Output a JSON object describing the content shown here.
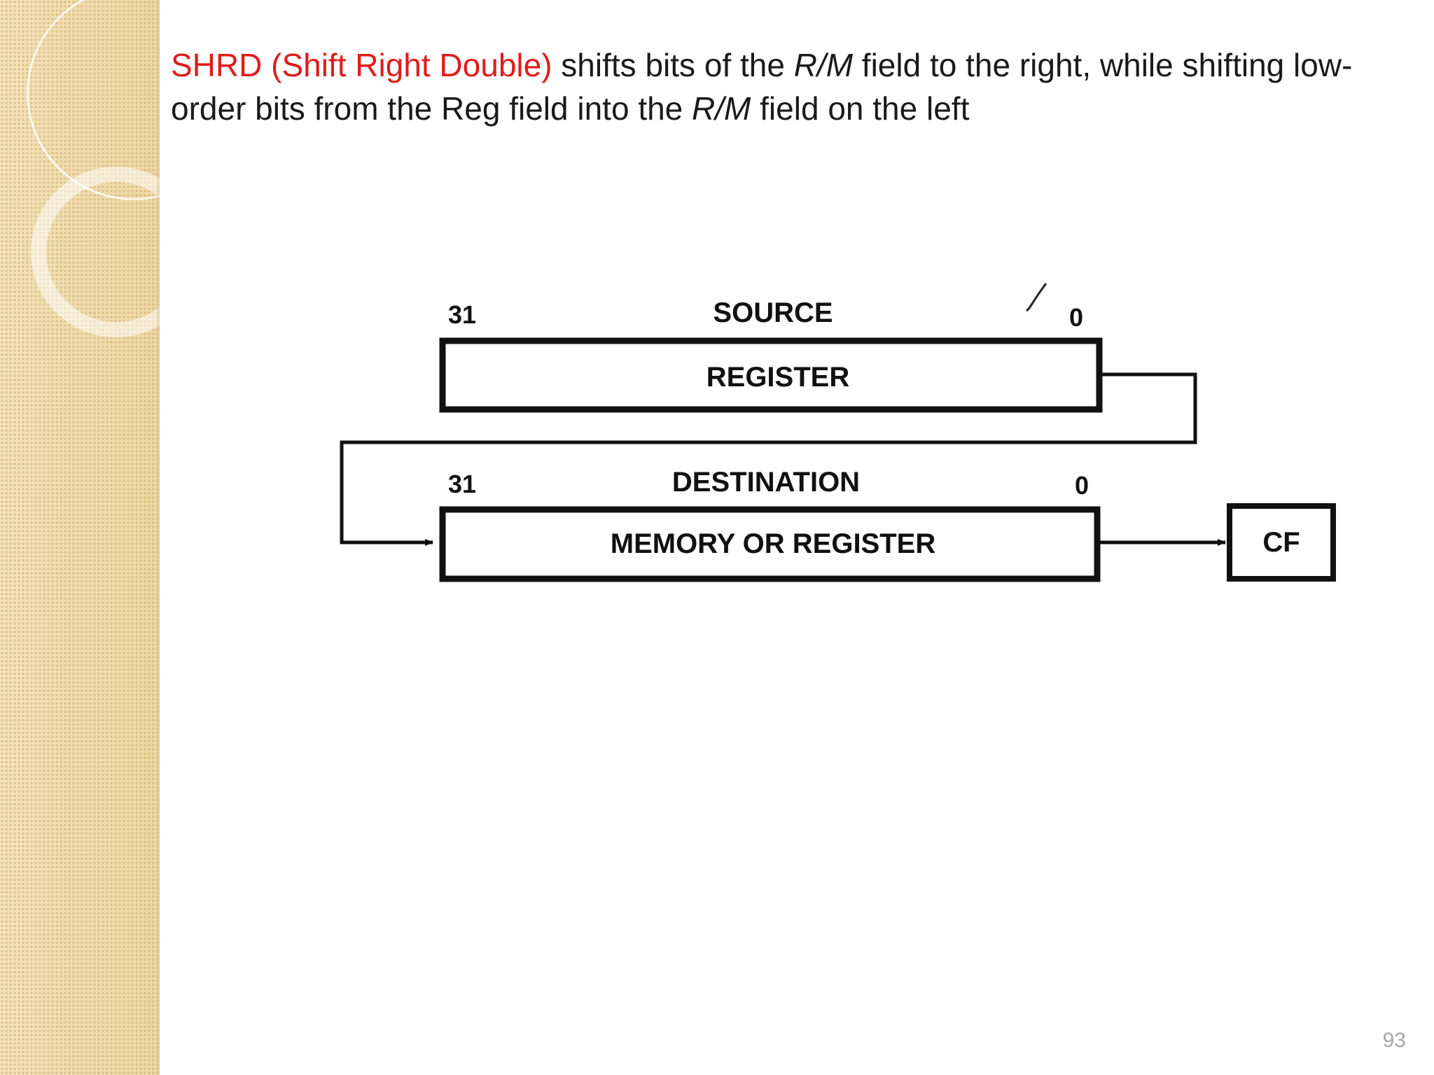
{
  "slide": {
    "title_parts": {
      "instruction": "SHRD (Shift Right Double)",
      "t1": " shifts bits of the ",
      "rm1": "R/M",
      "t2": " field to the right, while shifting low-order bits from the Reg field into the ",
      "rm2": "R/M",
      "t3": " field on the left"
    },
    "page_number": "93",
    "accent_color": "#e11b1b",
    "sidebar_color": "#f3e2b8"
  },
  "diagram": {
    "source": {
      "high_bit": "31",
      "low_bit": "0",
      "caption": "SOURCE",
      "box_label": "REGISTER"
    },
    "destination": {
      "high_bit": "31",
      "low_bit": "0",
      "caption": "DESTINATION",
      "box_label": "MEMORY OR REGISTER"
    },
    "carry_flag": "CF"
  }
}
